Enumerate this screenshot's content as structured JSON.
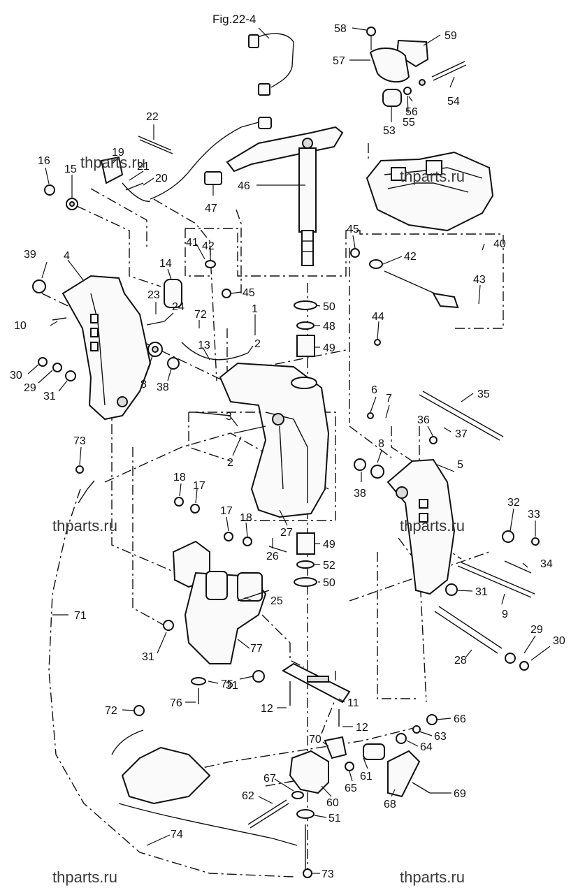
{
  "figure": {
    "title": "Fig.22-4",
    "watermark": "thparts.ru"
  },
  "callouts": [
    {
      "id": "c58",
      "text": "58"
    },
    {
      "id": "c59",
      "text": "59"
    },
    {
      "id": "c57",
      "text": "57"
    },
    {
      "id": "c54",
      "text": "54"
    },
    {
      "id": "c56",
      "text": "56"
    },
    {
      "id": "c53",
      "text": "53"
    },
    {
      "id": "c55",
      "text": "55"
    },
    {
      "id": "c22",
      "text": "22"
    },
    {
      "id": "c19",
      "text": "19"
    },
    {
      "id": "c16",
      "text": "16"
    },
    {
      "id": "c15",
      "text": "15"
    },
    {
      "id": "c21",
      "text": "21"
    },
    {
      "id": "c20",
      "text": "20"
    },
    {
      "id": "c46",
      "text": "46"
    },
    {
      "id": "c47",
      "text": "47"
    },
    {
      "id": "c45a",
      "text": "45"
    },
    {
      "id": "c40",
      "text": "40"
    },
    {
      "id": "c42a",
      "text": "42"
    },
    {
      "id": "c41",
      "text": "41"
    },
    {
      "id": "c42b",
      "text": "42"
    },
    {
      "id": "c39",
      "text": "39"
    },
    {
      "id": "c4",
      "text": "4"
    },
    {
      "id": "c14",
      "text": "14"
    },
    {
      "id": "c45b",
      "text": "45"
    },
    {
      "id": "c43",
      "text": "43"
    },
    {
      "id": "c23",
      "text": "23"
    },
    {
      "id": "c24",
      "text": "24"
    },
    {
      "id": "c72a",
      "text": "72"
    },
    {
      "id": "c50a",
      "text": "50"
    },
    {
      "id": "c1",
      "text": "1"
    },
    {
      "id": "c10",
      "text": "10"
    },
    {
      "id": "c13",
      "text": "13"
    },
    {
      "id": "c48",
      "text": "48"
    },
    {
      "id": "c44",
      "text": "44"
    },
    {
      "id": "c2a",
      "text": "2"
    },
    {
      "id": "c49a",
      "text": "49"
    },
    {
      "id": "c30a",
      "text": "30"
    },
    {
      "id": "c8a",
      "text": "8"
    },
    {
      "id": "c38a",
      "text": "38"
    },
    {
      "id": "c29a",
      "text": "29"
    },
    {
      "id": "c31a",
      "text": "31"
    },
    {
      "id": "c6",
      "text": "6"
    },
    {
      "id": "c7",
      "text": "7"
    },
    {
      "id": "c35",
      "text": "35"
    },
    {
      "id": "c3",
      "text": "3"
    },
    {
      "id": "c36",
      "text": "36"
    },
    {
      "id": "c37",
      "text": "37"
    },
    {
      "id": "c73a",
      "text": "73"
    },
    {
      "id": "c2b",
      "text": "2"
    },
    {
      "id": "c8b",
      "text": "8"
    },
    {
      "id": "c5",
      "text": "5"
    },
    {
      "id": "c18a",
      "text": "18"
    },
    {
      "id": "c17a",
      "text": "17"
    },
    {
      "id": "c38b",
      "text": "38"
    },
    {
      "id": "c32",
      "text": "32"
    },
    {
      "id": "c33",
      "text": "33"
    },
    {
      "id": "c17b",
      "text": "17"
    },
    {
      "id": "c18b",
      "text": "18"
    },
    {
      "id": "c27",
      "text": "27"
    },
    {
      "id": "c49b",
      "text": "49"
    },
    {
      "id": "c26",
      "text": "26"
    },
    {
      "id": "c52",
      "text": "52"
    },
    {
      "id": "c34",
      "text": "34"
    },
    {
      "id": "c50b",
      "text": "50"
    },
    {
      "id": "c31b",
      "text": "31"
    },
    {
      "id": "c25",
      "text": "25"
    },
    {
      "id": "c71",
      "text": "71"
    },
    {
      "id": "c9",
      "text": "9"
    },
    {
      "id": "c29b",
      "text": "29"
    },
    {
      "id": "c30b",
      "text": "30"
    },
    {
      "id": "c31c",
      "text": "31"
    },
    {
      "id": "c77",
      "text": "77"
    },
    {
      "id": "c28",
      "text": "28"
    },
    {
      "id": "c75",
      "text": "75"
    },
    {
      "id": "c31d",
      "text": "31"
    },
    {
      "id": "c76",
      "text": "76"
    },
    {
      "id": "c11",
      "text": "11"
    },
    {
      "id": "c12a",
      "text": "12"
    },
    {
      "id": "c66",
      "text": "66"
    },
    {
      "id": "c72b",
      "text": "72"
    },
    {
      "id": "c12b",
      "text": "12"
    },
    {
      "id": "c63",
      "text": "63"
    },
    {
      "id": "c70",
      "text": "70"
    },
    {
      "id": "c64",
      "text": "64"
    },
    {
      "id": "c67",
      "text": "67"
    },
    {
      "id": "c61",
      "text": "61"
    },
    {
      "id": "c65",
      "text": "65"
    },
    {
      "id": "c69",
      "text": "69"
    },
    {
      "id": "c62",
      "text": "62"
    },
    {
      "id": "c60",
      "text": "60"
    },
    {
      "id": "c68",
      "text": "68"
    },
    {
      "id": "c51",
      "text": "51"
    },
    {
      "id": "c74",
      "text": "74"
    },
    {
      "id": "c73b",
      "text": "73"
    }
  ]
}
